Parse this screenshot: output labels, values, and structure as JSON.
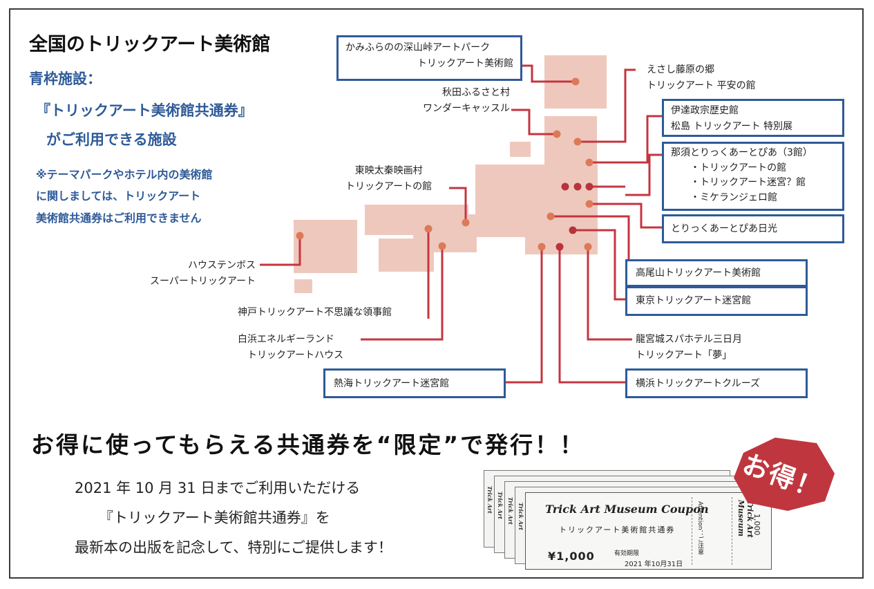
{
  "title": "全国のトリックアート美術館",
  "note": {
    "line1": "青枠施設：",
    "line2": "『トリックアート美術館共通券』",
    "line3": "がご利用できる施設"
  },
  "caution": {
    "line1": "※テーマパークやホテル内の美術館",
    "line2": "に関しましては、トリックアート",
    "line3": "美術館共通券はご利用できません"
  },
  "facilities": {
    "kamifurano": [
      "かみふらのの深山峠アートパーク",
      "トリックアート美術館"
    ],
    "akita": [
      "秋田ふるさと村",
      "ワンダーキャッスル"
    ],
    "toei": [
      "東映太秦映画村",
      "トリックアートの館"
    ],
    "huis": [
      "ハウステンボス",
      "スーパートリックアート"
    ],
    "kobe": [
      "神戸トリックアート不思議な領事館"
    ],
    "shirahama": [
      "白浜エネルギーランド",
      "トリックアートハウス"
    ],
    "atami": [
      "熱海トリックアート迷宮館"
    ],
    "esashi": [
      "えさし藤原の郷",
      "トリックアート 平安の館"
    ],
    "date": [
      "伊達政宗歴史館",
      "松島 トリックアート 特別展"
    ],
    "nasu": [
      "那須とりっくあーとぴあ（3館）",
      "・トリックアートの館",
      "・トリックアート迷宮？館",
      "・ミケランジェロ館"
    ],
    "nikko": [
      "とりっくあーとぴあ日光"
    ],
    "takao": [
      "高尾山トリックアート美術館"
    ],
    "tokyo": [
      "東京トリックアート迷宮館"
    ],
    "ryugu": [
      "龍宮城スパホテル三日月",
      "トリックアート「夢」"
    ],
    "yokohama": [
      "横浜トリックアートクルーズ"
    ]
  },
  "headline": "お得に使ってもらえる共通券を“限定”で発行！！",
  "info": {
    "line1": "2021 年 10 月 31 日までご利用いただける",
    "line2": "『トリックアート美術館共通券』を",
    "line3": "最新本の出版を記念して、特別にご提供します！"
  },
  "badge": "お得！",
  "ticket": {
    "title": "Trick Art Museum Coupon",
    "subtitle": "トリックアート美術館共通券",
    "price": "¥1,000",
    "limit_label": "有効期限",
    "limit_date": "2021 年10月31日",
    "attention": "Attention：ご注意",
    "brand": "Trick Art Museum",
    "value": "1,000",
    "stub": "Trick Art"
  },
  "colors": {
    "map_fill": "#efc8bd",
    "marker": "#dc7a58",
    "marker_dark": "#b8333c",
    "leader": "#c4353f",
    "box_border": "#2e5a98",
    "badge": "#c0363e"
  }
}
